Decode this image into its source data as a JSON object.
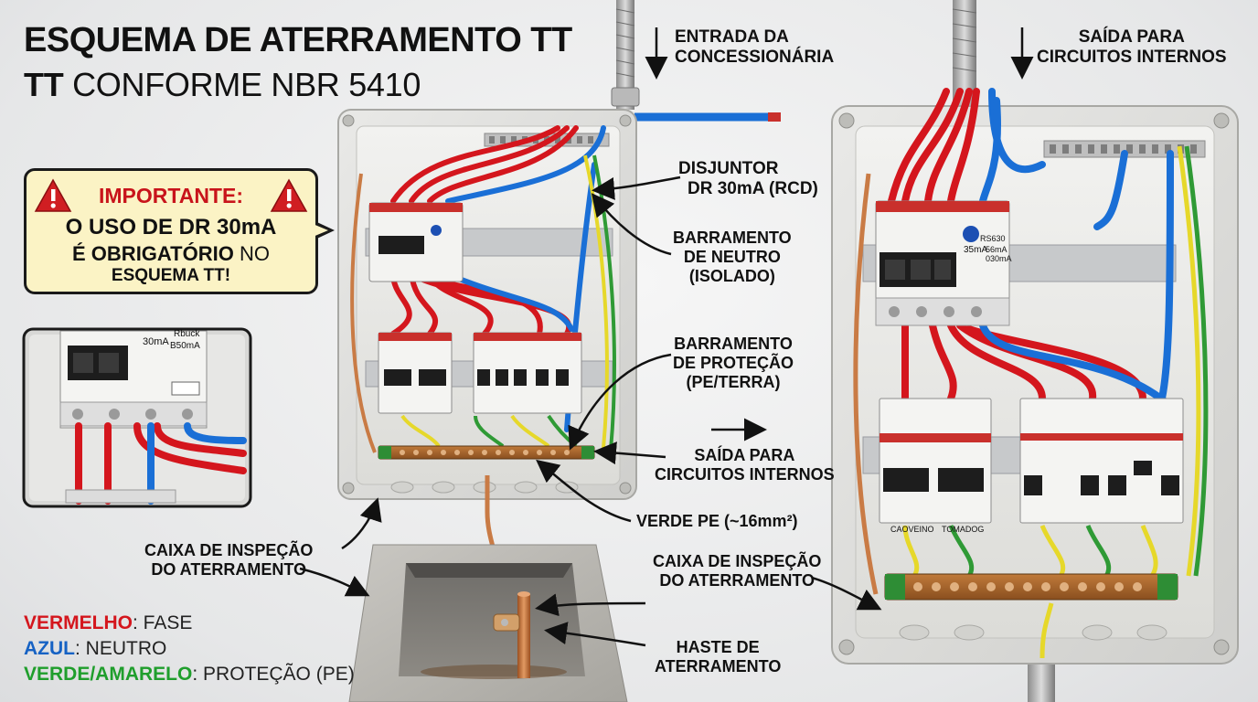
{
  "title": {
    "line1": "ESQUEMA DE ATERRAMENTO TT",
    "line2_bold": "TT",
    "line2_rest": " CONFORME NBR 5410"
  },
  "warning": {
    "heading": "IMPORTANTE:",
    "line1": "O USO DE DR 30mA",
    "line2_bold": "É OBRIGATÓRIO",
    "line2_rest": " NO",
    "line3": "ESQUEMA TT!"
  },
  "labels": {
    "entrada": [
      "ENTRADA DA",
      "CONCESSIONÁRIA"
    ],
    "saida_top": [
      "SAÍDA PARA",
      "CIRCUITOS INTERNOS"
    ],
    "disjuntor": [
      "DISJUNTOR",
      "DR 30mA (RCD)"
    ],
    "neutro": [
      "BARRAMENTO",
      "DE NEUTRO",
      "(ISOLADO)"
    ],
    "protecao": [
      "BARRAMENTO",
      "DE PROTEÇÃO",
      "(PE/TERRA)"
    ],
    "saida_mid": [
      "SAÍDA PARA",
      "CIRCUITOS INTERNOS"
    ],
    "verde_pe": "VERDE PE (~16mm²)",
    "caixa_left": [
      "CAIXA DE INSPEÇÃO",
      "DO ATERRAMENTO"
    ],
    "caixa_right": [
      "CAIXA DE INSPEÇÃO",
      "DO ATERRAMENTO"
    ],
    "haste": [
      "HASTE DE",
      "ATERRAMENTO"
    ]
  },
  "device_text": {
    "inset_rating": "30mA",
    "inset_brand": "Rbuck",
    "inset_sens": "B50mA",
    "right_rating1": "35mA",
    "right_rating2": "56mA",
    "right_rating3": "030mA",
    "right_code": "RS630",
    "right_label1": "CAOVEINO",
    "right_label2": "TOMADOG"
  },
  "legend": [
    {
      "key": "VERMELHO",
      "value": ": FASE",
      "color": "#d4161d"
    },
    {
      "key": "AZUL",
      "value": ": NEUTRO",
      "color": "#1662c4"
    },
    {
      "key": "VERDE/AMARELO",
      "value": ": PROTEÇÃO (PE)",
      "color": "#1f9e2c"
    }
  ],
  "colors": {
    "phase": "#d4161d",
    "neutral": "#1a6fd6",
    "earth_green": "#2f9a35",
    "earth_yellow": "#e6d82a",
    "copper": "#c97b45",
    "warning_bg": "#fbf3c5",
    "warning_red": "#c8141b"
  }
}
